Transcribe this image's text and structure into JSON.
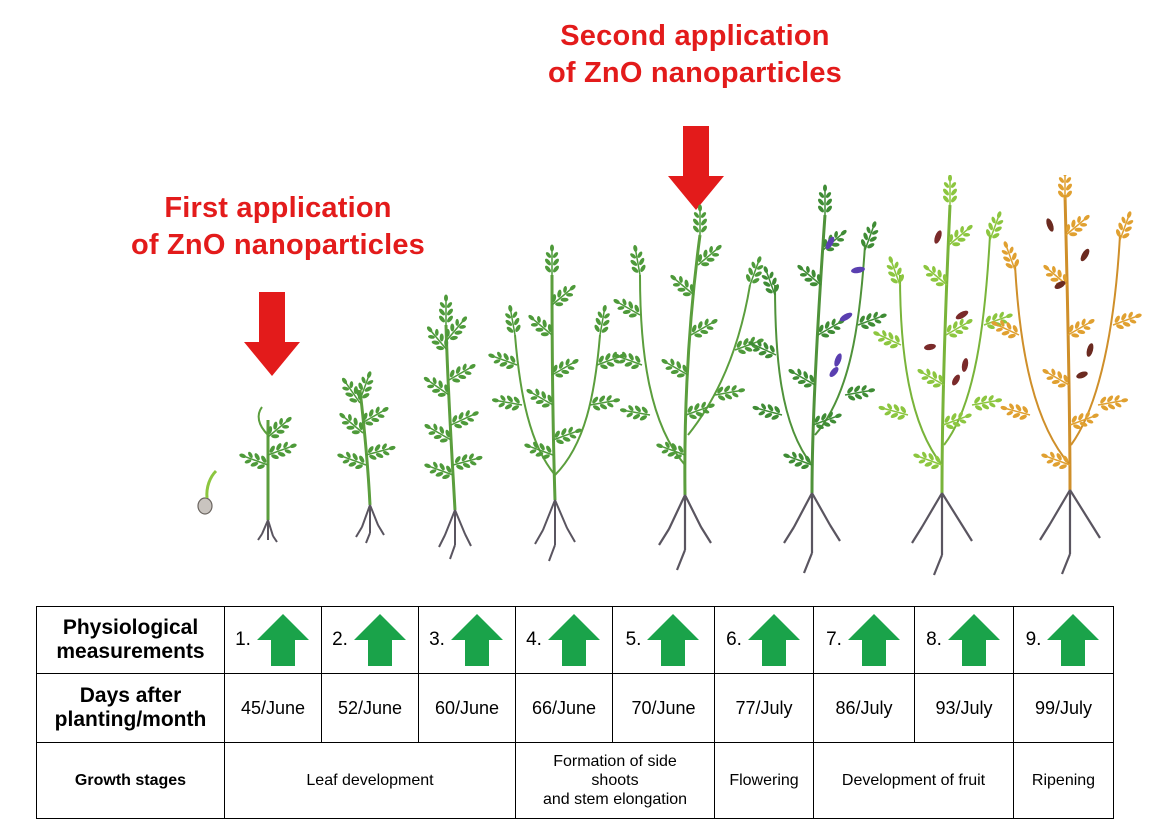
{
  "annotations": {
    "first": [
      "First application",
      "of ZnO nanoparticles"
    ],
    "second": [
      "Second application",
      "of ZnO nanoparticles"
    ]
  },
  "colors": {
    "annotation": "#e31b1b",
    "arrow_up": "#1aa34a",
    "leaf_green": "#4e9a3a",
    "leaf_light": "#8cc63f",
    "leaf_ripe": "#e0a030",
    "root": "#5a5560"
  },
  "table": {
    "row_headers": {
      "measurements": [
        "Physiological",
        "measurements"
      ],
      "days": [
        "Days after",
        "planting/month"
      ],
      "stages": "Growth stages"
    },
    "measurements": [
      {
        "num": "1.",
        "icon": "green-up-arrow"
      },
      {
        "num": "2.",
        "icon": "green-up-arrow"
      },
      {
        "num": "3.",
        "icon": "green-up-arrow"
      },
      {
        "num": "4.",
        "icon": "green-up-arrow"
      },
      {
        "num": "5.",
        "icon": "green-up-arrow"
      },
      {
        "num": "6.",
        "icon": "green-up-arrow"
      },
      {
        "num": "7.",
        "icon": "green-up-arrow"
      },
      {
        "num": "8.",
        "icon": "green-up-arrow"
      },
      {
        "num": "9.",
        "icon": "green-up-arrow"
      }
    ],
    "days": [
      "45/June",
      "52/June",
      "60/June",
      "66/June",
      "70/June",
      "77/July",
      "86/July",
      "93/July",
      "99/July"
    ],
    "stages": {
      "leaf": "Leaf development",
      "side_shoots": [
        "Formation of side",
        "shoots",
        "and stem elongation"
      ],
      "flowering": "Flowering",
      "fruit": "Development of fruit",
      "ripening": "Ripening"
    }
  }
}
